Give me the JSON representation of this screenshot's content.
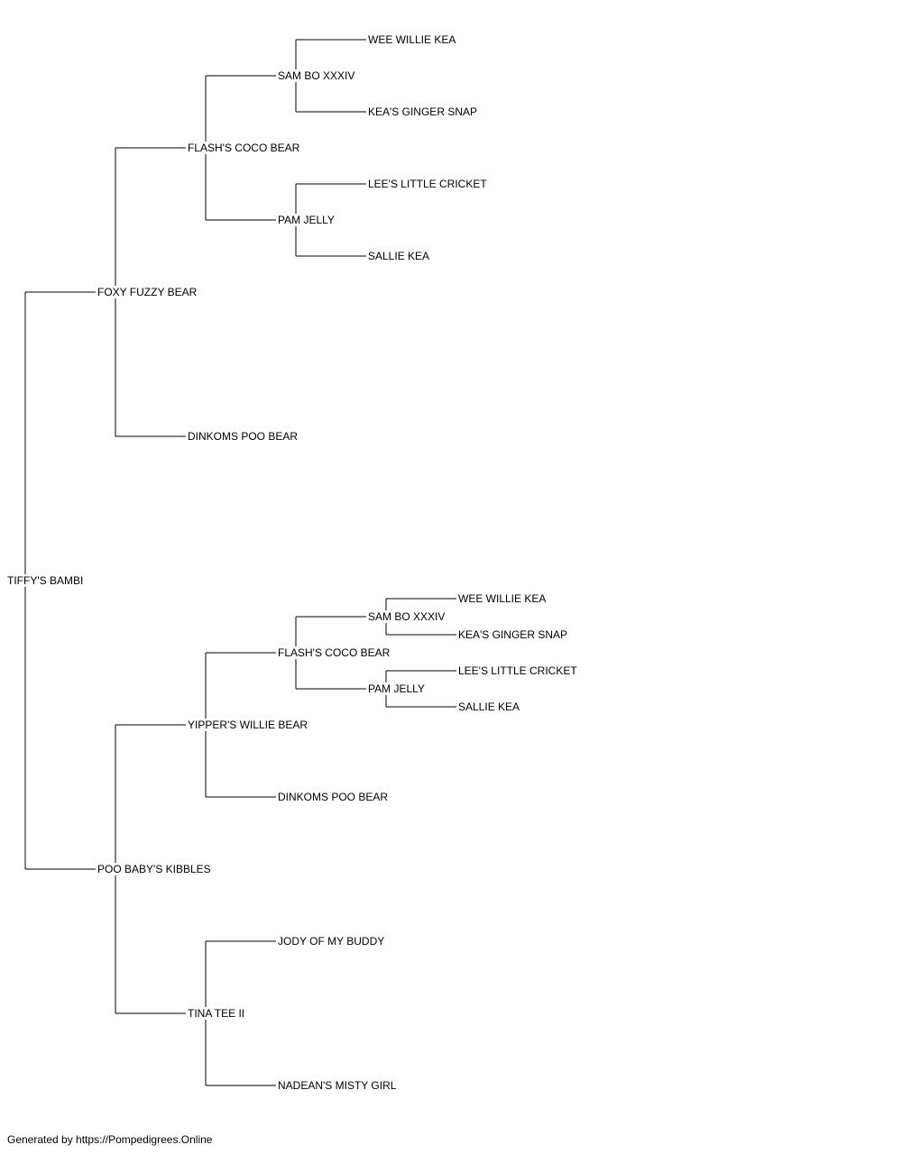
{
  "colors": {
    "line": "#000000",
    "text": "#000000",
    "background": "#ffffff"
  },
  "pedigree": {
    "name": "TIFFY'S BAMBI",
    "sire": {
      "name": "FOXY FUZZY BEAR",
      "sire": {
        "name": "FLASH'S COCO BEAR",
        "sire": {
          "name": "SAM BO XXXIV",
          "sire": {
            "name": "WEE WILLIE KEA"
          },
          "dam": {
            "name": "KEA'S GINGER SNAP"
          }
        },
        "dam": {
          "name": "PAM JELLY",
          "sire": {
            "name": "LEE'S LITTLE CRICKET"
          },
          "dam": {
            "name": "SALLIE KEA"
          }
        }
      },
      "dam": {
        "name": "DINKOMS POO BEAR"
      }
    },
    "dam": {
      "name": "POO BABY'S KIBBLES",
      "sire": {
        "name": "YIPPER'S WILLIE BEAR",
        "sire": {
          "name": "FLASH'S COCO BEAR",
          "sire": {
            "name": "SAM BO XXXIV",
            "sire": {
              "name": "WEE WILLIE KEA"
            },
            "dam": {
              "name": "KEA'S GINGER SNAP"
            }
          },
          "dam": {
            "name": "PAM JELLY",
            "sire": {
              "name": "LEE'S LITTLE CRICKET"
            },
            "dam": {
              "name": "SALLIE KEA"
            }
          }
        },
        "dam": {
          "name": "DINKOMS POO BEAR"
        }
      },
      "dam": {
        "name": "TINA TEE II",
        "sire": {
          "name": "JODY OF MY BUDDY"
        },
        "dam": {
          "name": "NADEAN'S MISTY GIRL"
        }
      }
    }
  },
  "footer": {
    "text": "Generated by https://Pompedigrees.Online"
  }
}
